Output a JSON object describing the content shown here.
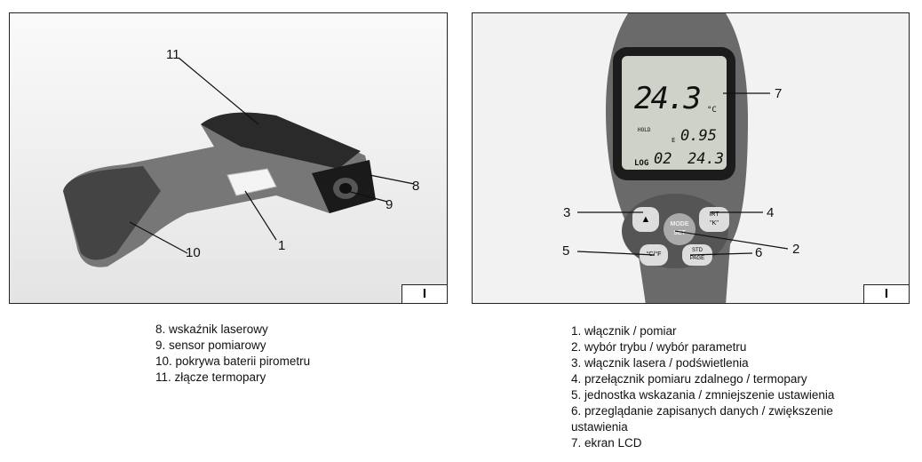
{
  "left_panel": {
    "page_marker": "I",
    "callouts": [
      "11",
      "8",
      "9",
      "10",
      "1"
    ]
  },
  "right_panel": {
    "page_marker": "I",
    "callouts": [
      "7",
      "3",
      "4",
      "2",
      "5",
      "6"
    ],
    "lcd": {
      "main": "24.3",
      "unit": "°C",
      "hold": "HOLD",
      "e_label": "E",
      "emissivity": "0.95",
      "log": "LOG",
      "log_no": "02",
      "log_val": "24.3"
    },
    "buttons": {
      "mode": "MODE",
      "set": "SET",
      "irt": "IRT",
      "k": "\"K\"",
      "cf": "°C/°F",
      "std": "STD",
      "page": "PAGE"
    }
  },
  "left_legend": [
    "8. wskaźnik laserowy",
    "9. sensor pomiarowy",
    "10. pokrywa baterii pirometru",
    "11. złącze termopary"
  ],
  "right_legend": [
    "1. włącznik / pomiar",
    "2. wybór trybu / wybór parametru",
    "3. włącznik lasera / podświetlenia",
    "4. przełącznik pomiaru zdalnego / termopary",
    "5. jednostka wskazania / zmniejszenie ustawienia",
    "6. przeglądanie zapisanych danych / zwiększenie",
    "ustawienia",
    "7. ekran LCD"
  ]
}
